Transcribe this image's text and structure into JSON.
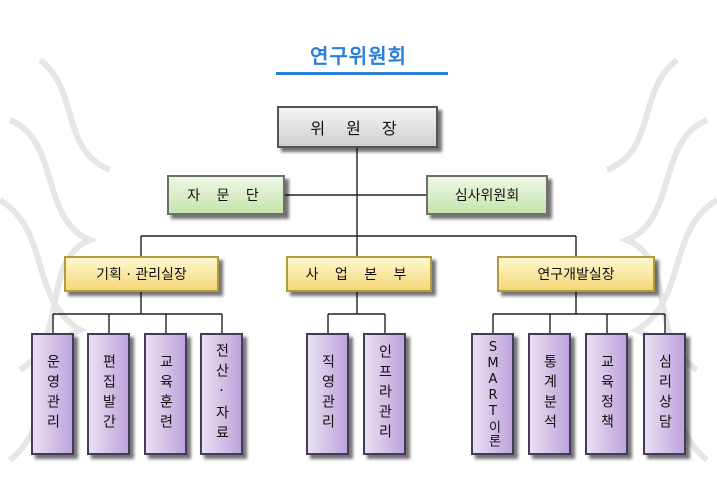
{
  "title": "연구위원회",
  "chair": "위 원 장",
  "advisory": "자 문 단",
  "review": "심사위원회",
  "divisions": {
    "plan": "기획 · 관리실장",
    "biz": "사 업 본 부",
    "rnd": "연구개발실장"
  },
  "units": [
    "운영관리",
    "편집발간",
    "교육훈련",
    "전산·자료",
    "직영관리",
    "인프라관리",
    "SMART이론",
    "통계분석",
    "교육정책",
    "심리상담"
  ],
  "colors": {
    "title": "#2a7fd6",
    "green_box": "#c6e4ad",
    "yellow_box": "#f3d879",
    "purple_box": "#bda4db",
    "line": "#222222"
  }
}
